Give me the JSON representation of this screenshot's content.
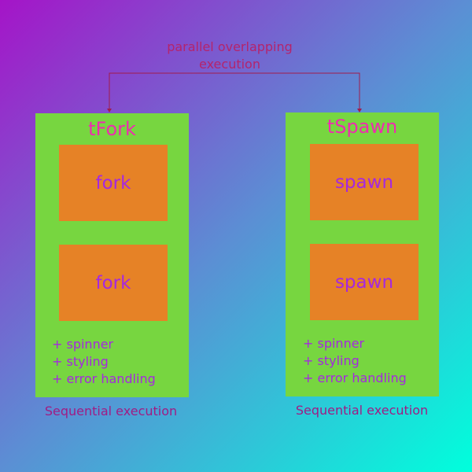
{
  "top_label": "parallel overlapping execution",
  "colors": {
    "panel": "#77d640",
    "step_box": "#e68226",
    "title": "#f02ab0",
    "step_text": "#a528e0",
    "caption": "#a01c84",
    "connector": "#a01c4c"
  },
  "left": {
    "title": "tFork",
    "steps": [
      "fork",
      "fork"
    ],
    "features": [
      "+ spinner",
      "+ styling",
      "+ error handling"
    ],
    "caption": "Sequential execution"
  },
  "right": {
    "title": "tSpawn",
    "steps": [
      "spawn",
      "spawn"
    ],
    "features": [
      "+ spinner",
      "+ styling",
      "+ error handling"
    ],
    "caption": "Sequential execution"
  }
}
